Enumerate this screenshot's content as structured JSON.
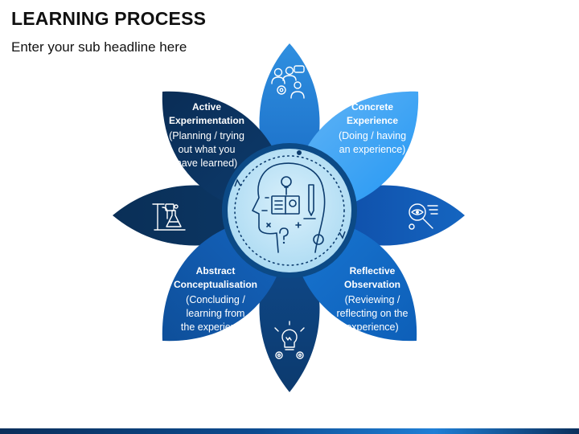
{
  "page": {
    "title": "LEARNING PROCESS",
    "subtitle": "Enter your sub headline here"
  },
  "stages": {
    "active": {
      "title_line1": "Active",
      "title_line2": "Experimentation",
      "desc_line1": "(Planning / trying",
      "desc_line2": "out what you",
      "desc_line3": "have learned)"
    },
    "concrete": {
      "title_line1": "Concrete",
      "title_line2": "Experience",
      "desc_line1": "(Doing / having",
      "desc_line2": "an experience)"
    },
    "reflective": {
      "title_line1": "Reflective",
      "title_line2": "Observation",
      "desc_line1": "(Reviewing  /",
      "desc_line2": "reflecting on the",
      "desc_line3": "experience)"
    },
    "abstract": {
      "title_line1": "Abstract",
      "title_line2": "Conceptualisation",
      "desc_line1": "(Concluding /",
      "desc_line2": "learning from",
      "desc_line3": "the experience)"
    }
  },
  "icons": {
    "top": "team-discussion-icon",
    "right": "eye-analysis-icon",
    "bottom": "lightbulb-gears-icon",
    "left": "lab-flask-icon",
    "center": "head-book-icon"
  },
  "colors": {
    "navy": "#0d3c6e",
    "dark_navy": "#0b2f5b",
    "mid_blue": "#0f5aa3",
    "bright_blue": "#1e88e5",
    "light_blue": "#42a5f5",
    "center_fill": "#bfe3f6"
  }
}
